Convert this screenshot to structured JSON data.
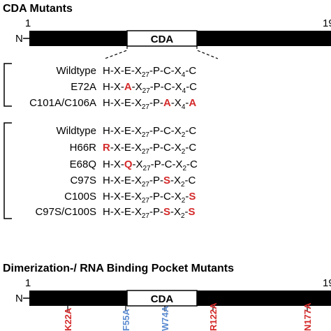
{
  "colors": {
    "mutation": "#d42a2a",
    "pocket_blue": "#5b8bd0",
    "bar": "#000000",
    "text": "#111111"
  },
  "top_panel": {
    "title": "CDA Mutants",
    "start": "1",
    "end": "19",
    "n_label": "N",
    "domain_label": "CDA",
    "group1": [
      {
        "name": "Wildtype",
        "seq": [
          {
            "t": "H-X-E-X"
          },
          {
            "t": "27",
            "sub": true
          },
          {
            "t": "-P-C-X"
          },
          {
            "t": "4",
            "sub": true
          },
          {
            "t": "-C"
          }
        ]
      },
      {
        "name": "E72A",
        "seq": [
          {
            "t": "H-X-"
          },
          {
            "t": "A",
            "mut": true
          },
          {
            "t": "-X"
          },
          {
            "t": "27",
            "sub": true
          },
          {
            "t": "-P-C-X"
          },
          {
            "t": "4",
            "sub": true
          },
          {
            "t": "-C"
          }
        ]
      },
      {
        "name": "C101A/C106A",
        "seq": [
          {
            "t": "H-X-E-X"
          },
          {
            "t": "27",
            "sub": true
          },
          {
            "t": "-P-"
          },
          {
            "t": "A",
            "mut": true
          },
          {
            "t": "-X"
          },
          {
            "t": "4",
            "sub": true
          },
          {
            "t": "-"
          },
          {
            "t": "A",
            "mut": true
          }
        ]
      }
    ],
    "group2": [
      {
        "name": "Wildtype",
        "seq": [
          {
            "t": "H-X-E-X"
          },
          {
            "t": "27",
            "sub": true
          },
          {
            "t": "-P-C-X"
          },
          {
            "t": "2",
            "sub": true
          },
          {
            "t": "-C"
          }
        ]
      },
      {
        "name": "H66R",
        "seq": [
          {
            "t": "R",
            "mut": true
          },
          {
            "t": "-X-E-X"
          },
          {
            "t": "27",
            "sub": true
          },
          {
            "t": "-P-C-X"
          },
          {
            "t": "2",
            "sub": true
          },
          {
            "t": "-C"
          }
        ]
      },
      {
        "name": "E68Q",
        "seq": [
          {
            "t": "H-X-"
          },
          {
            "t": "Q",
            "mut": true
          },
          {
            "t": "-X"
          },
          {
            "t": "27",
            "sub": true
          },
          {
            "t": "-P-C-X"
          },
          {
            "t": "2",
            "sub": true
          },
          {
            "t": "-C"
          }
        ]
      },
      {
        "name": "C97S",
        "seq": [
          {
            "t": "H-X-E-X"
          },
          {
            "t": "27",
            "sub": true
          },
          {
            "t": "-P-"
          },
          {
            "t": "S",
            "mut": true
          },
          {
            "t": "-X"
          },
          {
            "t": "2",
            "sub": true
          },
          {
            "t": "-C"
          }
        ]
      },
      {
        "name": "C100S",
        "seq": [
          {
            "t": "H-X-E-X"
          },
          {
            "t": "27",
            "sub": true
          },
          {
            "t": "-P-C-X"
          },
          {
            "t": "2",
            "sub": true
          },
          {
            "t": "-"
          },
          {
            "t": "S",
            "mut": true
          }
        ]
      },
      {
        "name": "C97S/C100S",
        "seq": [
          {
            "t": "H-X-E-X"
          },
          {
            "t": "27",
            "sub": true
          },
          {
            "t": "-P-"
          },
          {
            "t": "S",
            "mut": true
          },
          {
            "t": "-X"
          },
          {
            "t": "2",
            "sub": true
          },
          {
            "t": "-"
          },
          {
            "t": "S",
            "mut": true
          }
        ]
      }
    ]
  },
  "bottom_panel": {
    "title": "Dimerization-/ RNA Binding Pocket Mutants",
    "start": "1",
    "end": "19",
    "n_label": "N",
    "domain_label": "CDA",
    "mutations": [
      {
        "label": "K22A",
        "color": "#d42a2a"
      },
      {
        "label": "F55A",
        "color": "#5b8bd0"
      },
      {
        "label": "W74A",
        "color": "#5b8bd0"
      },
      {
        "label": "R122A",
        "color": "#d42a2a"
      },
      {
        "label": "N177A",
        "color": "#d42a2a"
      }
    ]
  }
}
